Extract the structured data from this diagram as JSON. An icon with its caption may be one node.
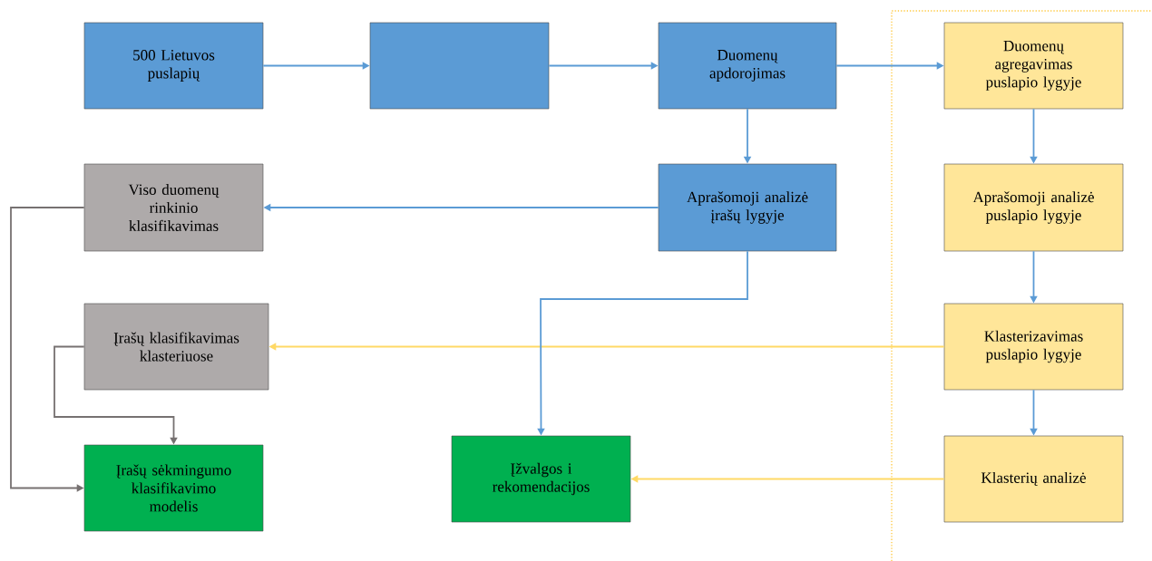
{
  "diagram": {
    "nodes": [
      {
        "text": [
          "500 Lietuvos puslapių"
        ]
      },
      {
        "text": [],
        "shape": "box"
      },
      {
        "text": [
          "Duomenų apdorojimas"
        ]
      },
      {
        "text": [
          "Duomenų agregavimas puslapio lygyje"
        ]
      },
      {
        "text": [
          "Viso duomenų rinkinio klasifikavimas"
        ]
      },
      {
        "text": [
          "Aprašomoji analizė įrašų lygyje"
        ]
      },
      {
        "text": [
          "Aprašomoji analizė puslapio lygyje"
        ]
      },
      {
        "text": [
          "Įrašų klasifikavimas klasteriuose"
        ]
      },
      {
        "text": [
          "Klasterizavimas puslapio lygyje"
        ]
      },
      {
        "text": [
          "Įrašų sėkmingumo klasifikavimo modelis"
        ]
      },
      {
        "text": [
          "Įžvalgos i rekomendacijos"
        ]
      },
      {
        "text": [
          "Klasterių analizė"
        ]
      }
    ],
    "edges": [
      {
        "from": 0,
        "to": 1,
        "arrow": "to"
      },
      {
        "from": 1,
        "to": 2,
        "arrow": "to"
      },
      {
        "from": 2,
        "to": 3,
        "arrow": "to"
      },
      {
        "from": 2,
        "to": 5,
        "arrow": "to"
      },
      {
        "from": 3,
        "to": 6,
        "arrow": "to"
      },
      {
        "from": 5,
        "to": 4,
        "arrow": "to"
      },
      {
        "from": 6,
        "to": 8,
        "arrow": "to"
      },
      {
        "from": 8,
        "to": 7,
        "arrow": "to",
        "color": "#ffd966"
      },
      {
        "from": 8,
        "to": 11,
        "arrow": "to"
      },
      {
        "from": 11,
        "to": 10,
        "arrow": "to",
        "color": "#ffd966"
      },
      {
        "from": 5,
        "to": 10,
        "arrow": "to"
      },
      {
        "from": 4,
        "to": 9,
        "arrow": "to",
        "color": "#767171"
      },
      {
        "from": 7,
        "to": 9,
        "arrow": "to",
        "color": "#767171"
      }
    ]
  }
}
